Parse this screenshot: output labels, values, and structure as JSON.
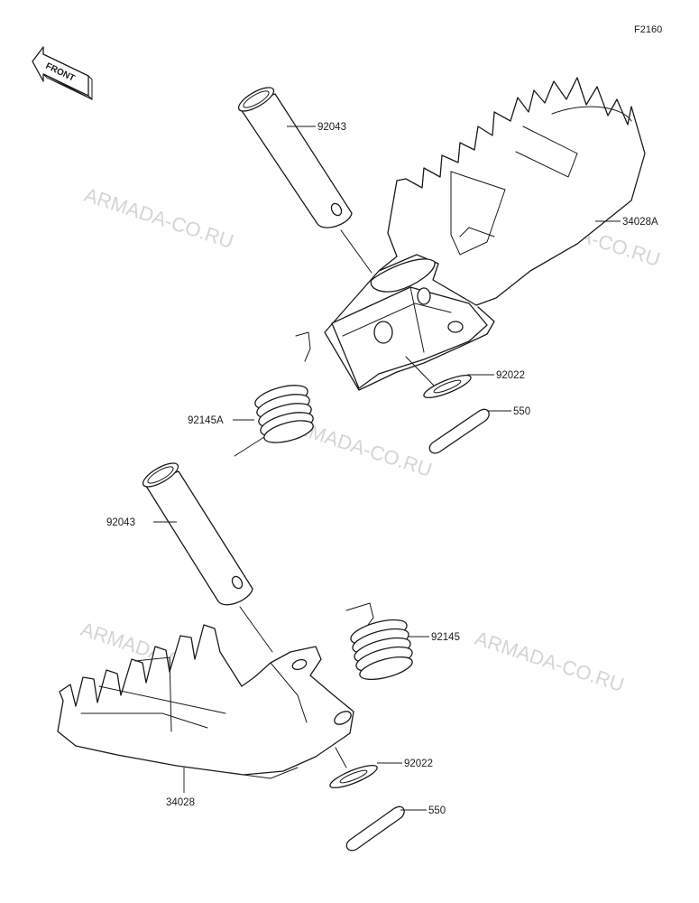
{
  "figure_code": "F2160",
  "front_marker": "FRONT",
  "watermark": "ARMADA-CO.RU",
  "callouts": {
    "pin_upper": "92043",
    "footpeg_upper": "34028A",
    "washer_upper": "92022",
    "cotter_upper": "550",
    "spring_upper": "92145A",
    "pin_lower": "92043",
    "spring_lower": "92145",
    "washer_lower": "92022",
    "cotter_lower": "550",
    "footpeg_lower": "34028"
  }
}
